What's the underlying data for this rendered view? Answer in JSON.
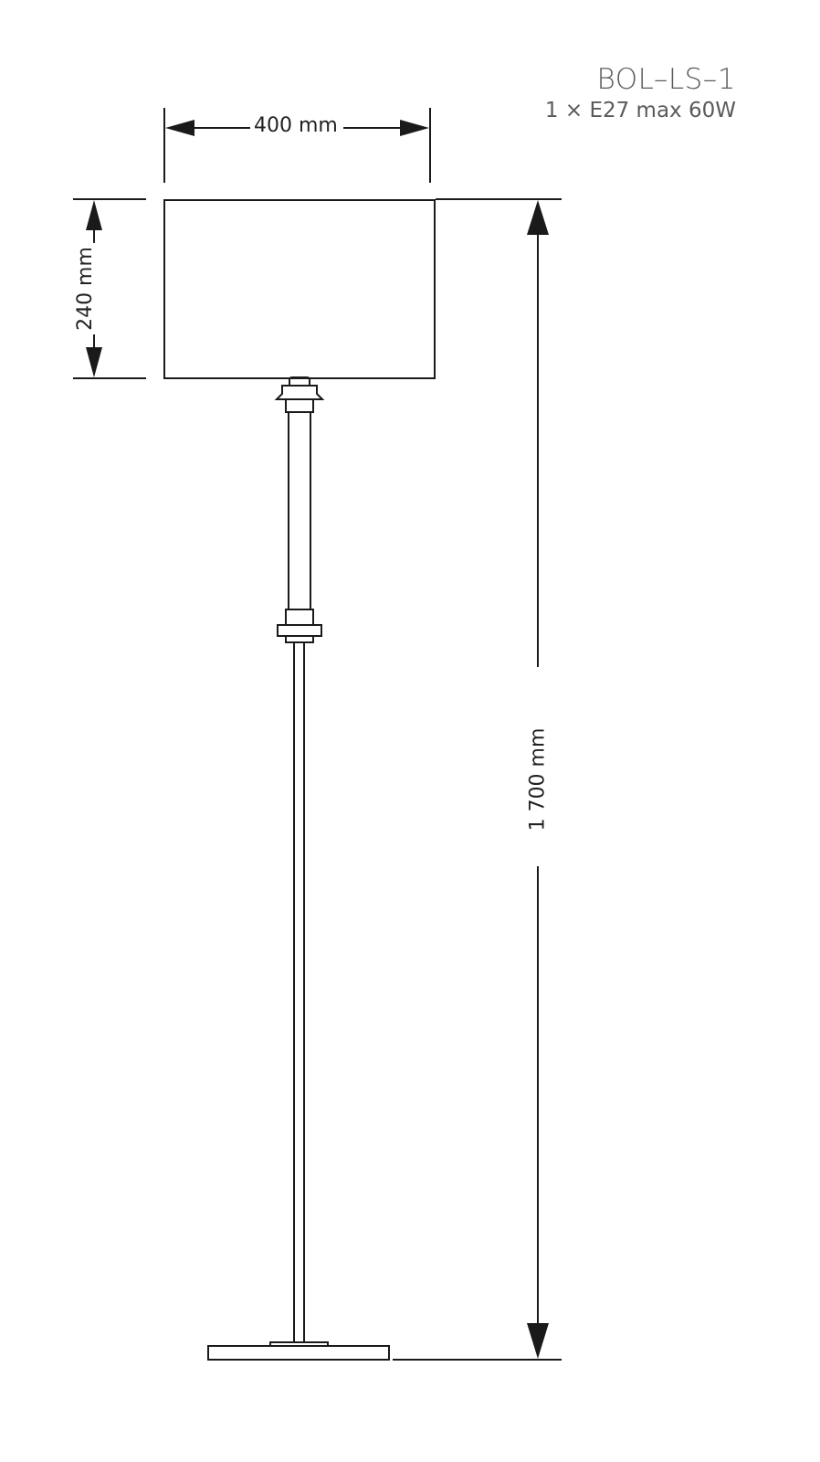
{
  "header": {
    "model_code": "BOL–LS–1",
    "spec": "1 × E27 max 60W"
  },
  "dimensions": {
    "shade_width": "400 mm",
    "shade_height": "240 mm",
    "total_height": "1 700 mm"
  },
  "drawing": {
    "subject": "floor lamp",
    "components": [
      "lampshade",
      "upper-socket-collar",
      "upper-column",
      "middle-joint",
      "lower-rod",
      "base-plate"
    ],
    "line_color": "#1a1a1a",
    "text_color": "#595959"
  }
}
